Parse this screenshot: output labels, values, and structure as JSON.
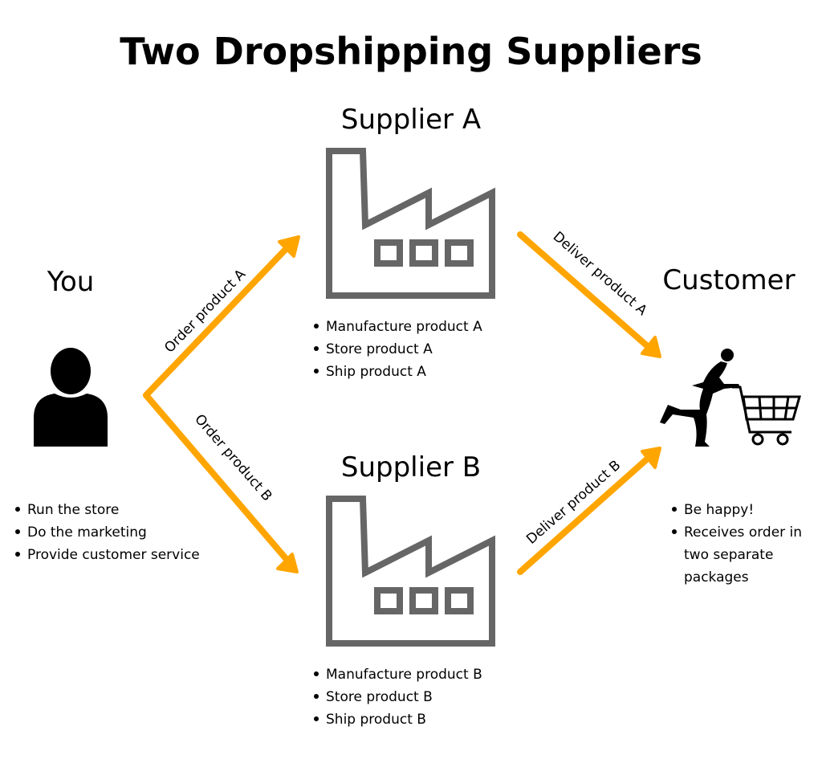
{
  "title": "Two Dropshipping Suppliers",
  "colors": {
    "arrow": "#FFA500",
    "factory": "#666666",
    "text": "#000000"
  },
  "you": {
    "heading": "You",
    "icon": "person-icon",
    "bullets": [
      "Run the store",
      "Do the marketing",
      "Provide customer service"
    ]
  },
  "supplier_a": {
    "heading": "Supplier A",
    "icon": "factory-icon",
    "bullets": [
      "Manufacture product A",
      "Store product A",
      "Ship product A"
    ]
  },
  "supplier_b": {
    "heading": "Supplier B",
    "icon": "factory-icon",
    "bullets": [
      "Manufacture product B",
      "Store product B",
      "Ship product B"
    ]
  },
  "customer": {
    "heading": "Customer",
    "icon": "shopping-cart-runner-icon",
    "bullets": [
      "Be happy!",
      "Receives order in",
      "two separate",
      "packages"
    ]
  },
  "arrows": {
    "order_a": "Order product A",
    "order_b": "Order product B",
    "deliver_a": "Deliver product A",
    "deliver_b": "Deliver product B"
  }
}
